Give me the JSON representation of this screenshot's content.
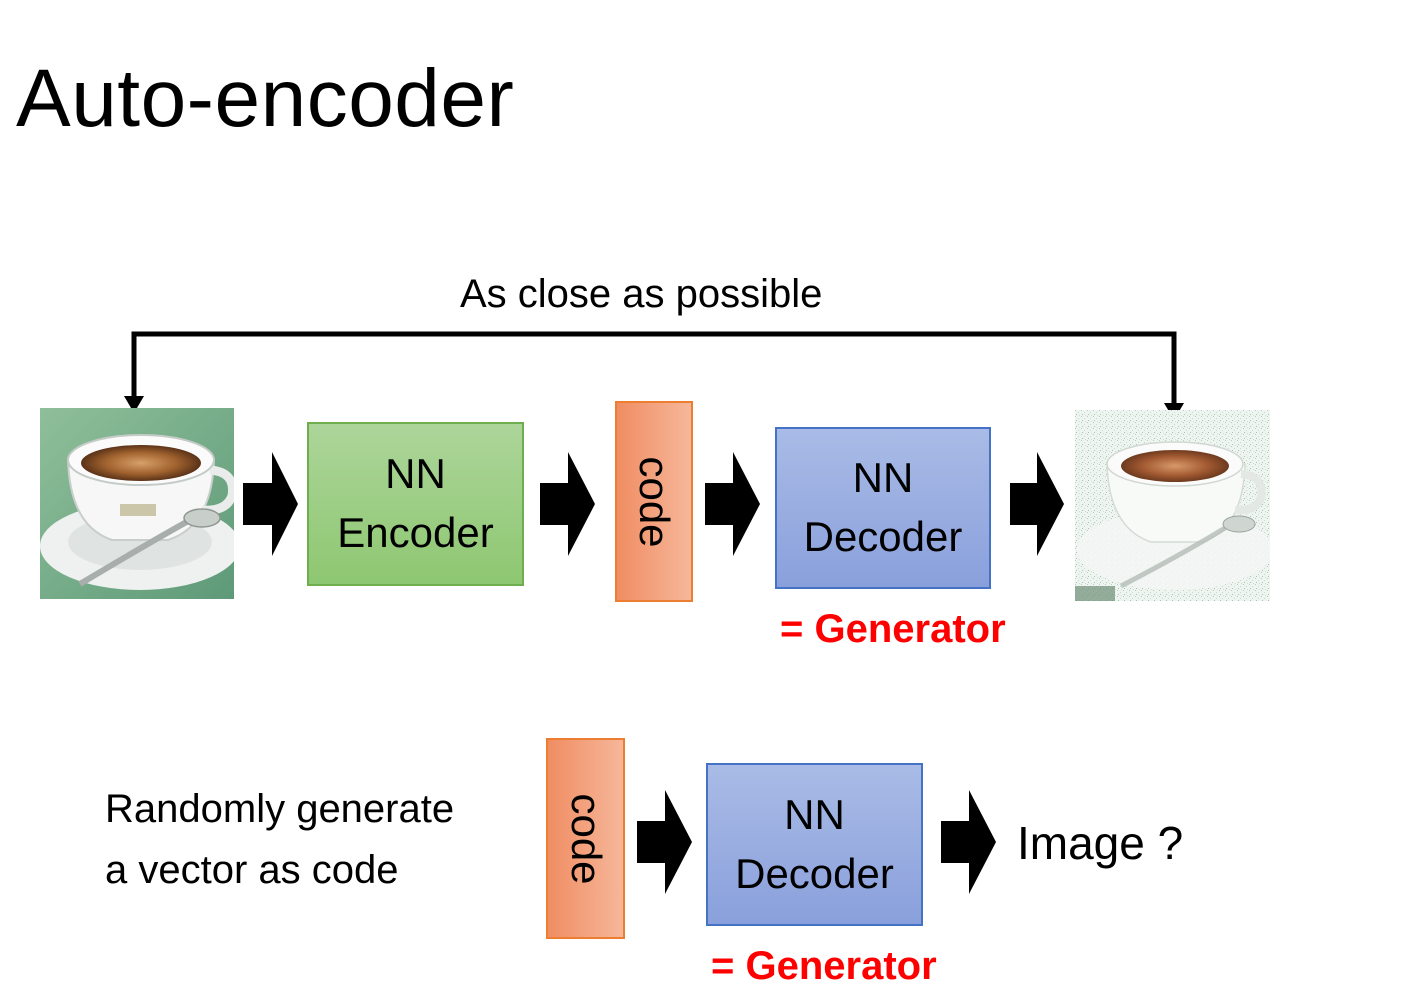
{
  "title": "Auto-encoder",
  "top": {
    "feedback_label": "As close as possible",
    "encoder": {
      "line1": "NN",
      "line2": "Encoder"
    },
    "code": "code",
    "decoder": {
      "line1": "NN",
      "line2": "Decoder"
    },
    "generator_label": "= Generator"
  },
  "bottom": {
    "caption_line1": "Randomly generate",
    "caption_line2": "a vector as code",
    "code": "code",
    "decoder": {
      "line1": "NN",
      "line2": "Decoder"
    },
    "output_label": "Image ?",
    "generator_label": "= Generator"
  },
  "colors": {
    "encoder_fill": "#a9d18e",
    "decoder_fill": "#9aaee0",
    "code_fill": "#f4b183",
    "generator_text": "#ff0000"
  }
}
